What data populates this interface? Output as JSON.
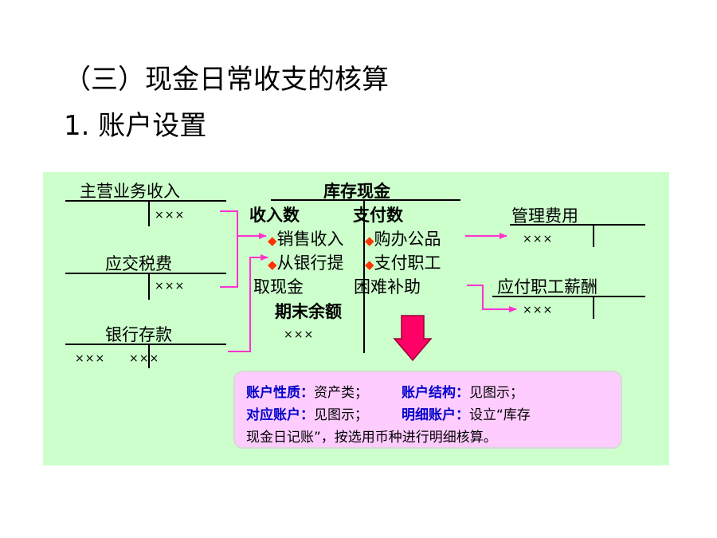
{
  "heading": {
    "section": "（三）现金日常收支的核算",
    "subsection": "1. 账户设置"
  },
  "diagram": {
    "left_accounts": [
      {
        "name": "主营业务收入",
        "amount": "×××"
      },
      {
        "name": "应交税费",
        "amount": "×××"
      },
      {
        "name": "银行存款",
        "amount_left": "×××",
        "amount_right": "×××"
      }
    ],
    "center_account": {
      "name": "库存现金",
      "debit_header": "收入数",
      "credit_header": "支付数",
      "debit_items": [
        "销售收入",
        "从银行提",
        "取现金"
      ],
      "credit_items": [
        "购办公品",
        "支付职工",
        "困难补助"
      ],
      "balance_label": "期末余额",
      "balance_amount": "×××"
    },
    "right_accounts": [
      {
        "name": "管理费用",
        "amount": "×××"
      },
      {
        "name": "应付职工薪酬",
        "amount": "×××"
      }
    ]
  },
  "note": {
    "nature_key": "账户性质：",
    "nature_val": "资产类；",
    "structure_key": "账户结构：",
    "structure_val": "见图示；",
    "counter_key": "对应账户：",
    "counter_val": "见图示；",
    "detail_key": "明细账户：",
    "detail_val_1": "设立“库存",
    "detail_val_2": "现金日记账”，按选用币种进行明细核算。"
  },
  "colors": {
    "panel_bg": "#ccffcc",
    "note_bg": "#ffccff",
    "arrow": "#ff33cc",
    "down_arrow": "#ff0066",
    "key_text": "#0000cc",
    "bullet": "#ff3300"
  }
}
